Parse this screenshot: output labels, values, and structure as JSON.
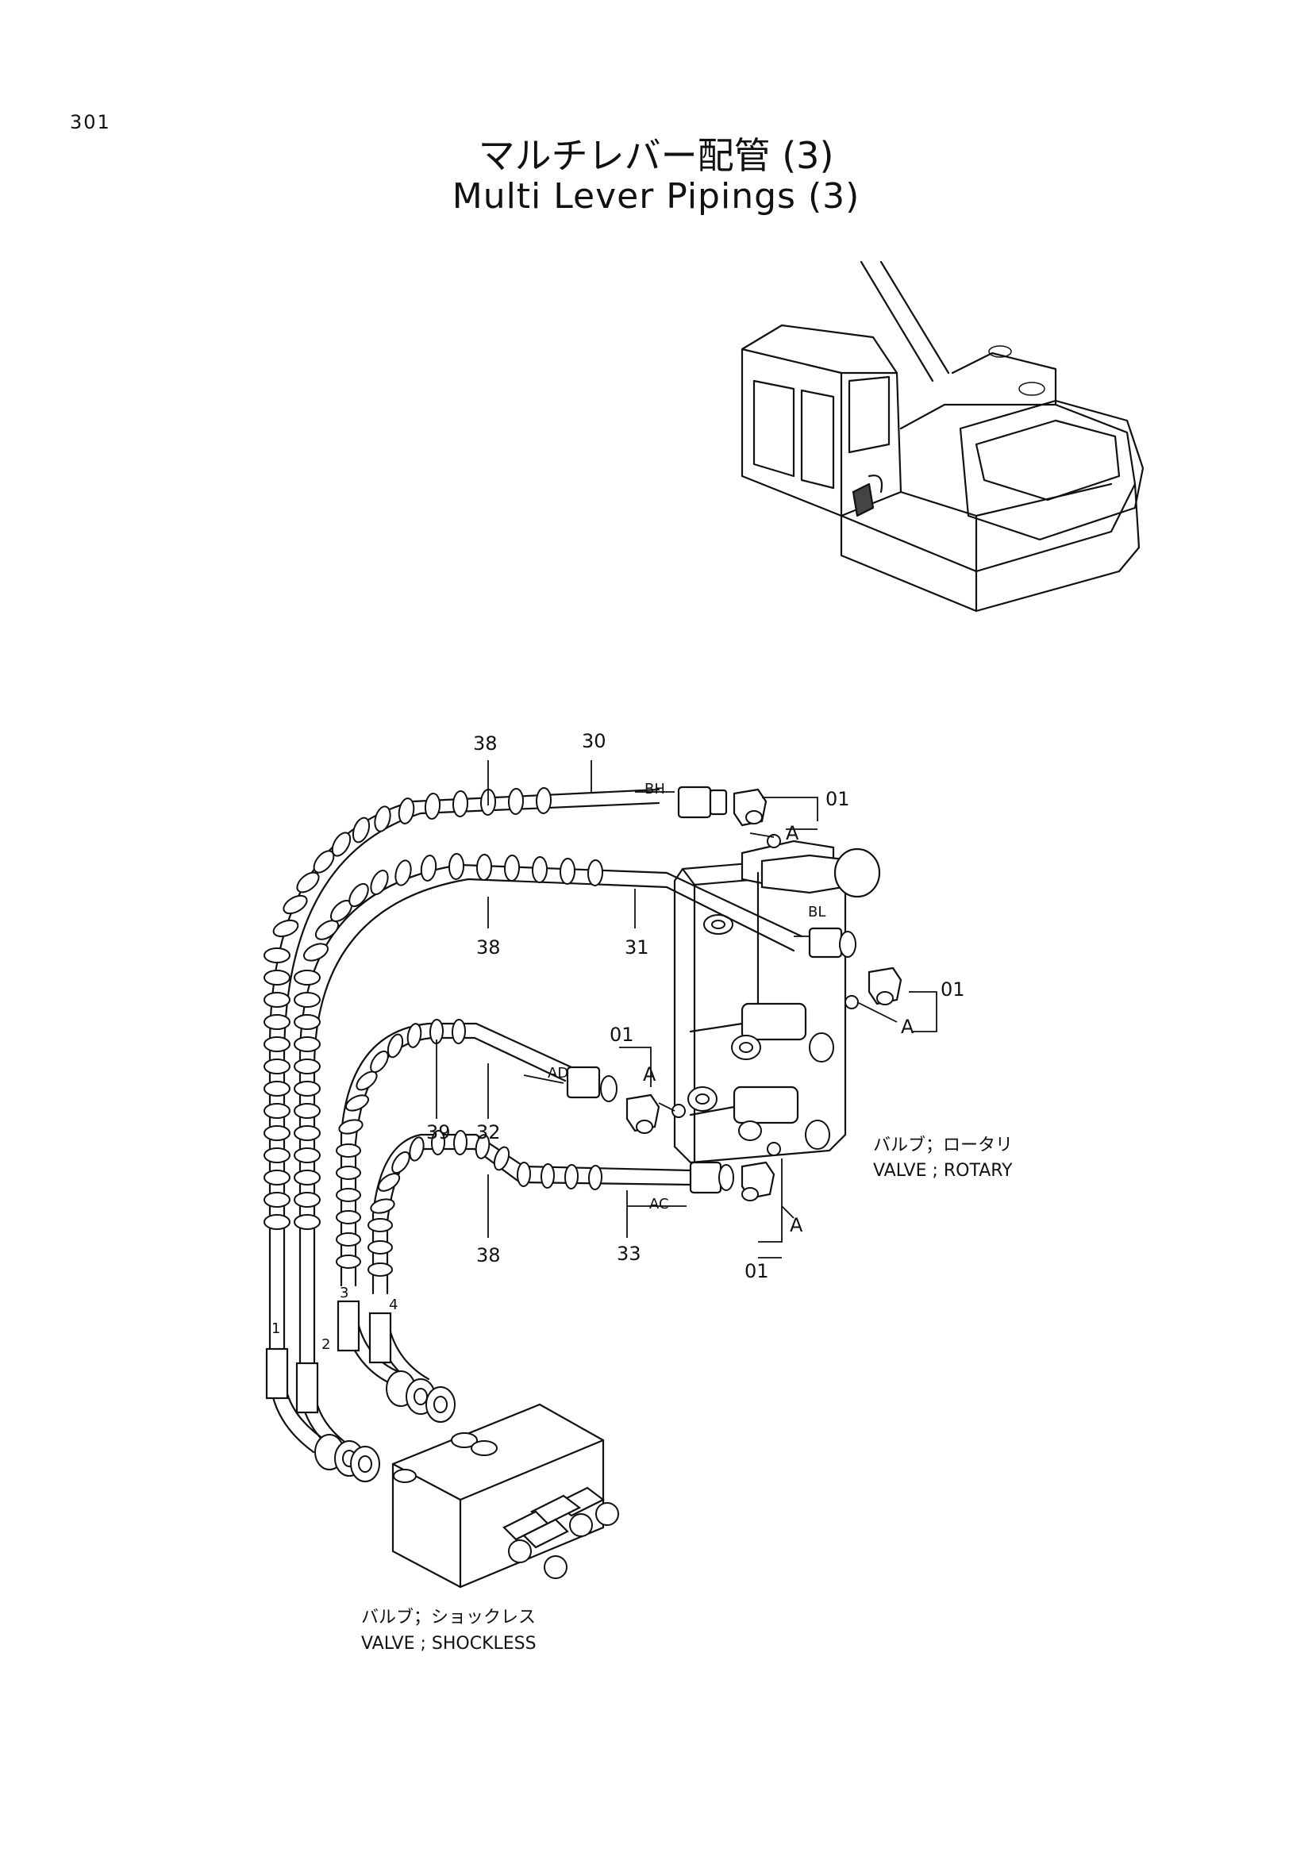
{
  "page_number": "301",
  "title_jp": "マルチレバー配管 (3)",
  "title_en": "Multi Lever Pipings (3)",
  "callouts": {
    "c38_top": "38",
    "c30": "30",
    "c01_top": "01",
    "c38_mid": "38",
    "c31": "31",
    "c01_right": "01",
    "c01_mid": "01",
    "c39": "39",
    "c32": "32",
    "c38_bottom": "38",
    "c33": "33",
    "c01_bottom": "01"
  },
  "detail_marks": {
    "a_top": "A",
    "a_right": "A",
    "a_mid": "A",
    "a_bottom": "A"
  },
  "ports": {
    "bh": "BH",
    "bl": "BL",
    "ad": "AD",
    "ac": "AC"
  },
  "hose_numbers": {
    "h1": "1",
    "h2": "2",
    "h3": "3",
    "h4": "4"
  },
  "parts": {
    "rotary_valve_jp": "バルブ；ロータリ",
    "rotary_valve_en": "VALVE ; ROTARY",
    "shockless_valve_jp": "バルブ；ショックレス",
    "shockless_valve_en": "VALVE ; SHOCKLESS"
  }
}
